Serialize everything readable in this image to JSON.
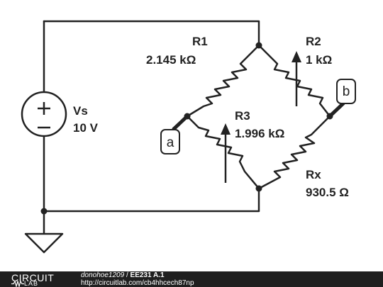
{
  "components": {
    "source": {
      "name": "Vs",
      "value": "10 V"
    },
    "r1": {
      "name": "R1",
      "value": "2.145 kΩ"
    },
    "r2": {
      "name": "R2",
      "value": "1 kΩ"
    },
    "r3": {
      "name": "R3",
      "value": "1.996 kΩ"
    },
    "rx": {
      "name": "Rx",
      "value": "930.5 Ω"
    }
  },
  "probes": {
    "a": "a",
    "b": "b"
  },
  "footer": {
    "logo_top": "CIRCUIT",
    "logo_bottom": "LAB",
    "user": "donohoe1209",
    "separator": "/",
    "title": "EE231 A.1",
    "url": "http://circuitlab.com/cb4hhcech87np"
  }
}
